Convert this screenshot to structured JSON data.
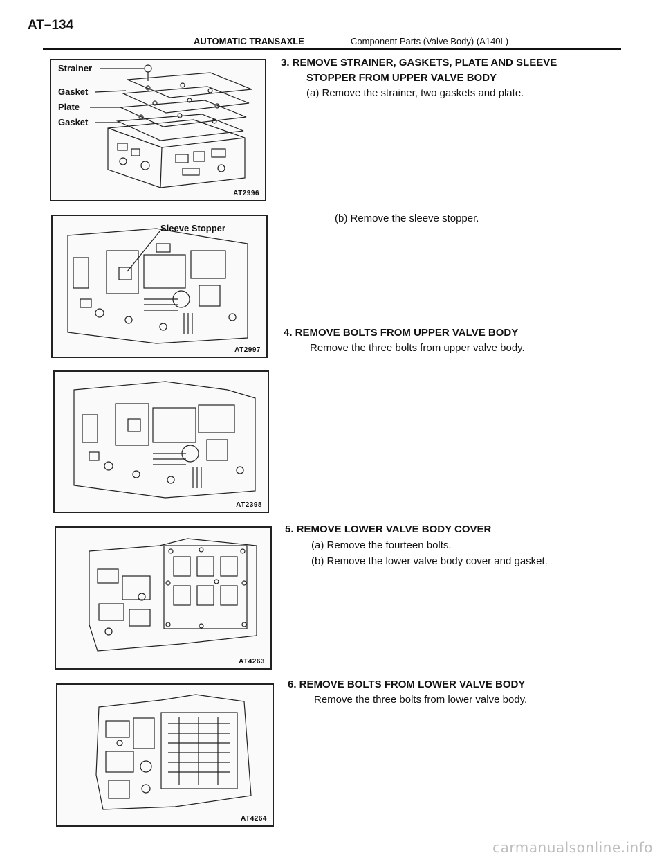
{
  "header": {
    "page_number": "AT–134",
    "section": "AUTOMATIC TRANSAXLE",
    "dash": "–",
    "subtitle": "Component Parts (Valve Body) (A140L)"
  },
  "figures": [
    {
      "code": "AT2996",
      "callouts": [
        "Strainer",
        "Gasket",
        "Plate",
        "Gasket"
      ]
    },
    {
      "code": "AT2997",
      "callouts": [
        "Sleeve Stopper"
      ]
    },
    {
      "code": "AT2398",
      "callouts": []
    },
    {
      "code": "AT4263",
      "callouts": []
    },
    {
      "code": "AT4264",
      "callouts": []
    }
  ],
  "steps": {
    "step3": {
      "heading_line1": "3. REMOVE STRAINER, GASKETS, PLATE AND SLEEVE",
      "heading_line2": "STOPPER FROM UPPER VALVE BODY",
      "sub_a": "(a) Remove the strainer, two gaskets and plate.",
      "sub_b": "(b) Remove the sleeve stopper."
    },
    "step4": {
      "heading": "4. REMOVE BOLTS FROM UPPER VALVE BODY",
      "text": "Remove the three bolts from upper valve body."
    },
    "step5": {
      "heading": "5. REMOVE LOWER VALVE BODY COVER",
      "sub_a": "(a) Remove the fourteen bolts.",
      "sub_b": "(b) Remove the lower valve body cover and gasket."
    },
    "step6": {
      "heading": "6. REMOVE BOLTS FROM LOWER VALVE BODY",
      "text": "Remove the three bolts from lower valve body."
    }
  },
  "watermark": "carmanualsonline.info"
}
